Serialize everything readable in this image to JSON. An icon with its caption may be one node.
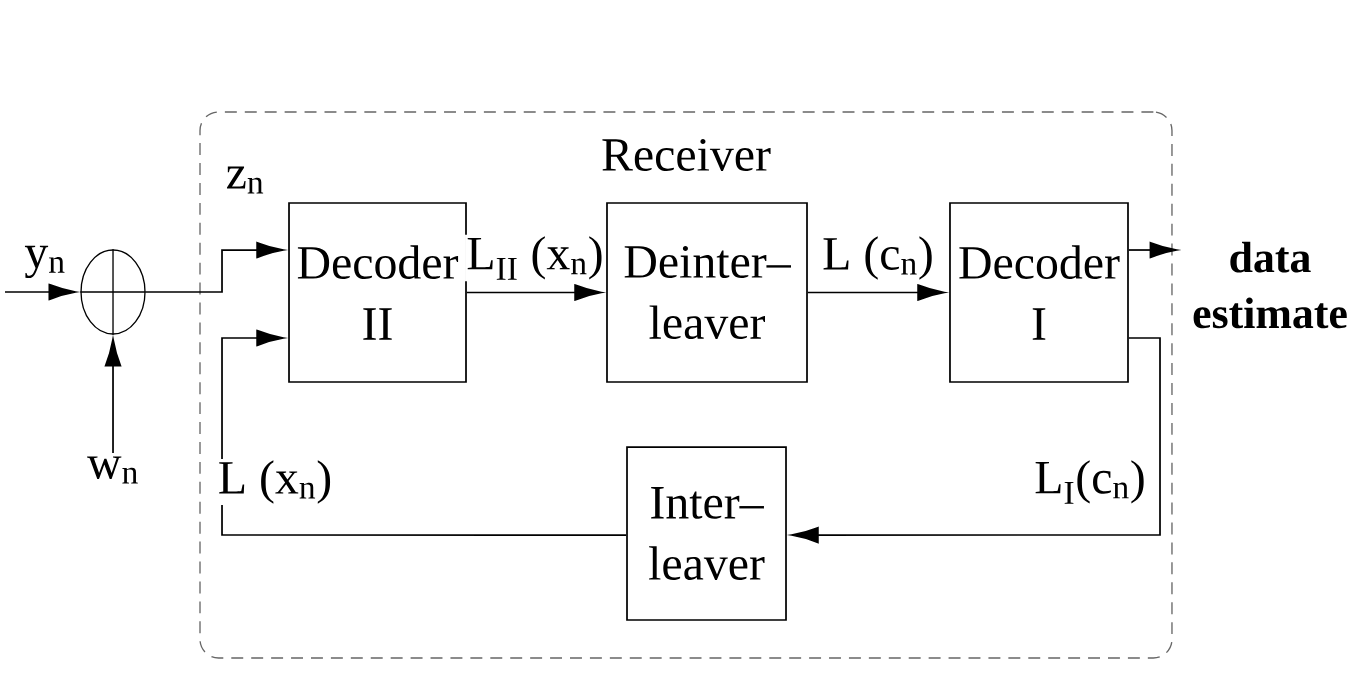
{
  "diagram": {
    "nodes": [
      {
        "text": [
          "Receiver"
        ]
      },
      {
        "text": [],
        "shape": "circle"
      },
      {
        "text": [
          "Decoder II"
        ],
        "in": 0
      },
      {
        "text": [
          "Deinter– leaver"
        ],
        "in": 0
      },
      {
        "text": [
          "Decoder I"
        ],
        "in": 0
      },
      {
        "text": [
          "Inter– leaver"
        ],
        "in": 0
      },
      {
        "text": [
          "w$_{n}$"
        ]
      },
      {
        "text": [
          "data estimate"
        ]
      }
    ],
    "edges": [
      {
        "from": null,
        "to": 1,
        "arrow": "to",
        "label": "y$_{n}$"
      },
      {
        "from": 6,
        "to": 1,
        "arrow": "to"
      },
      {
        "from": 1,
        "to": 2,
        "arrow": "to",
        "label": "z$_{n}$"
      },
      {
        "from": 2,
        "to": 3,
        "arrow": "to",
        "label": "L$_{II}$ (x$_{n}$)"
      },
      {
        "from": 3,
        "to": 4,
        "arrow": "to",
        "label": "L (c$_{n}$)"
      },
      {
        "from": 4,
        "to": 7,
        "arrow": "to"
      },
      {
        "from": 4,
        "to": 5,
        "arrow": "to",
        "label": "L$_{I}$(c$_{n}$)"
      },
      {
        "from": 5,
        "to": 2,
        "arrow": "to",
        "label": "L (x$_{n}$)"
      }
    ]
  }
}
